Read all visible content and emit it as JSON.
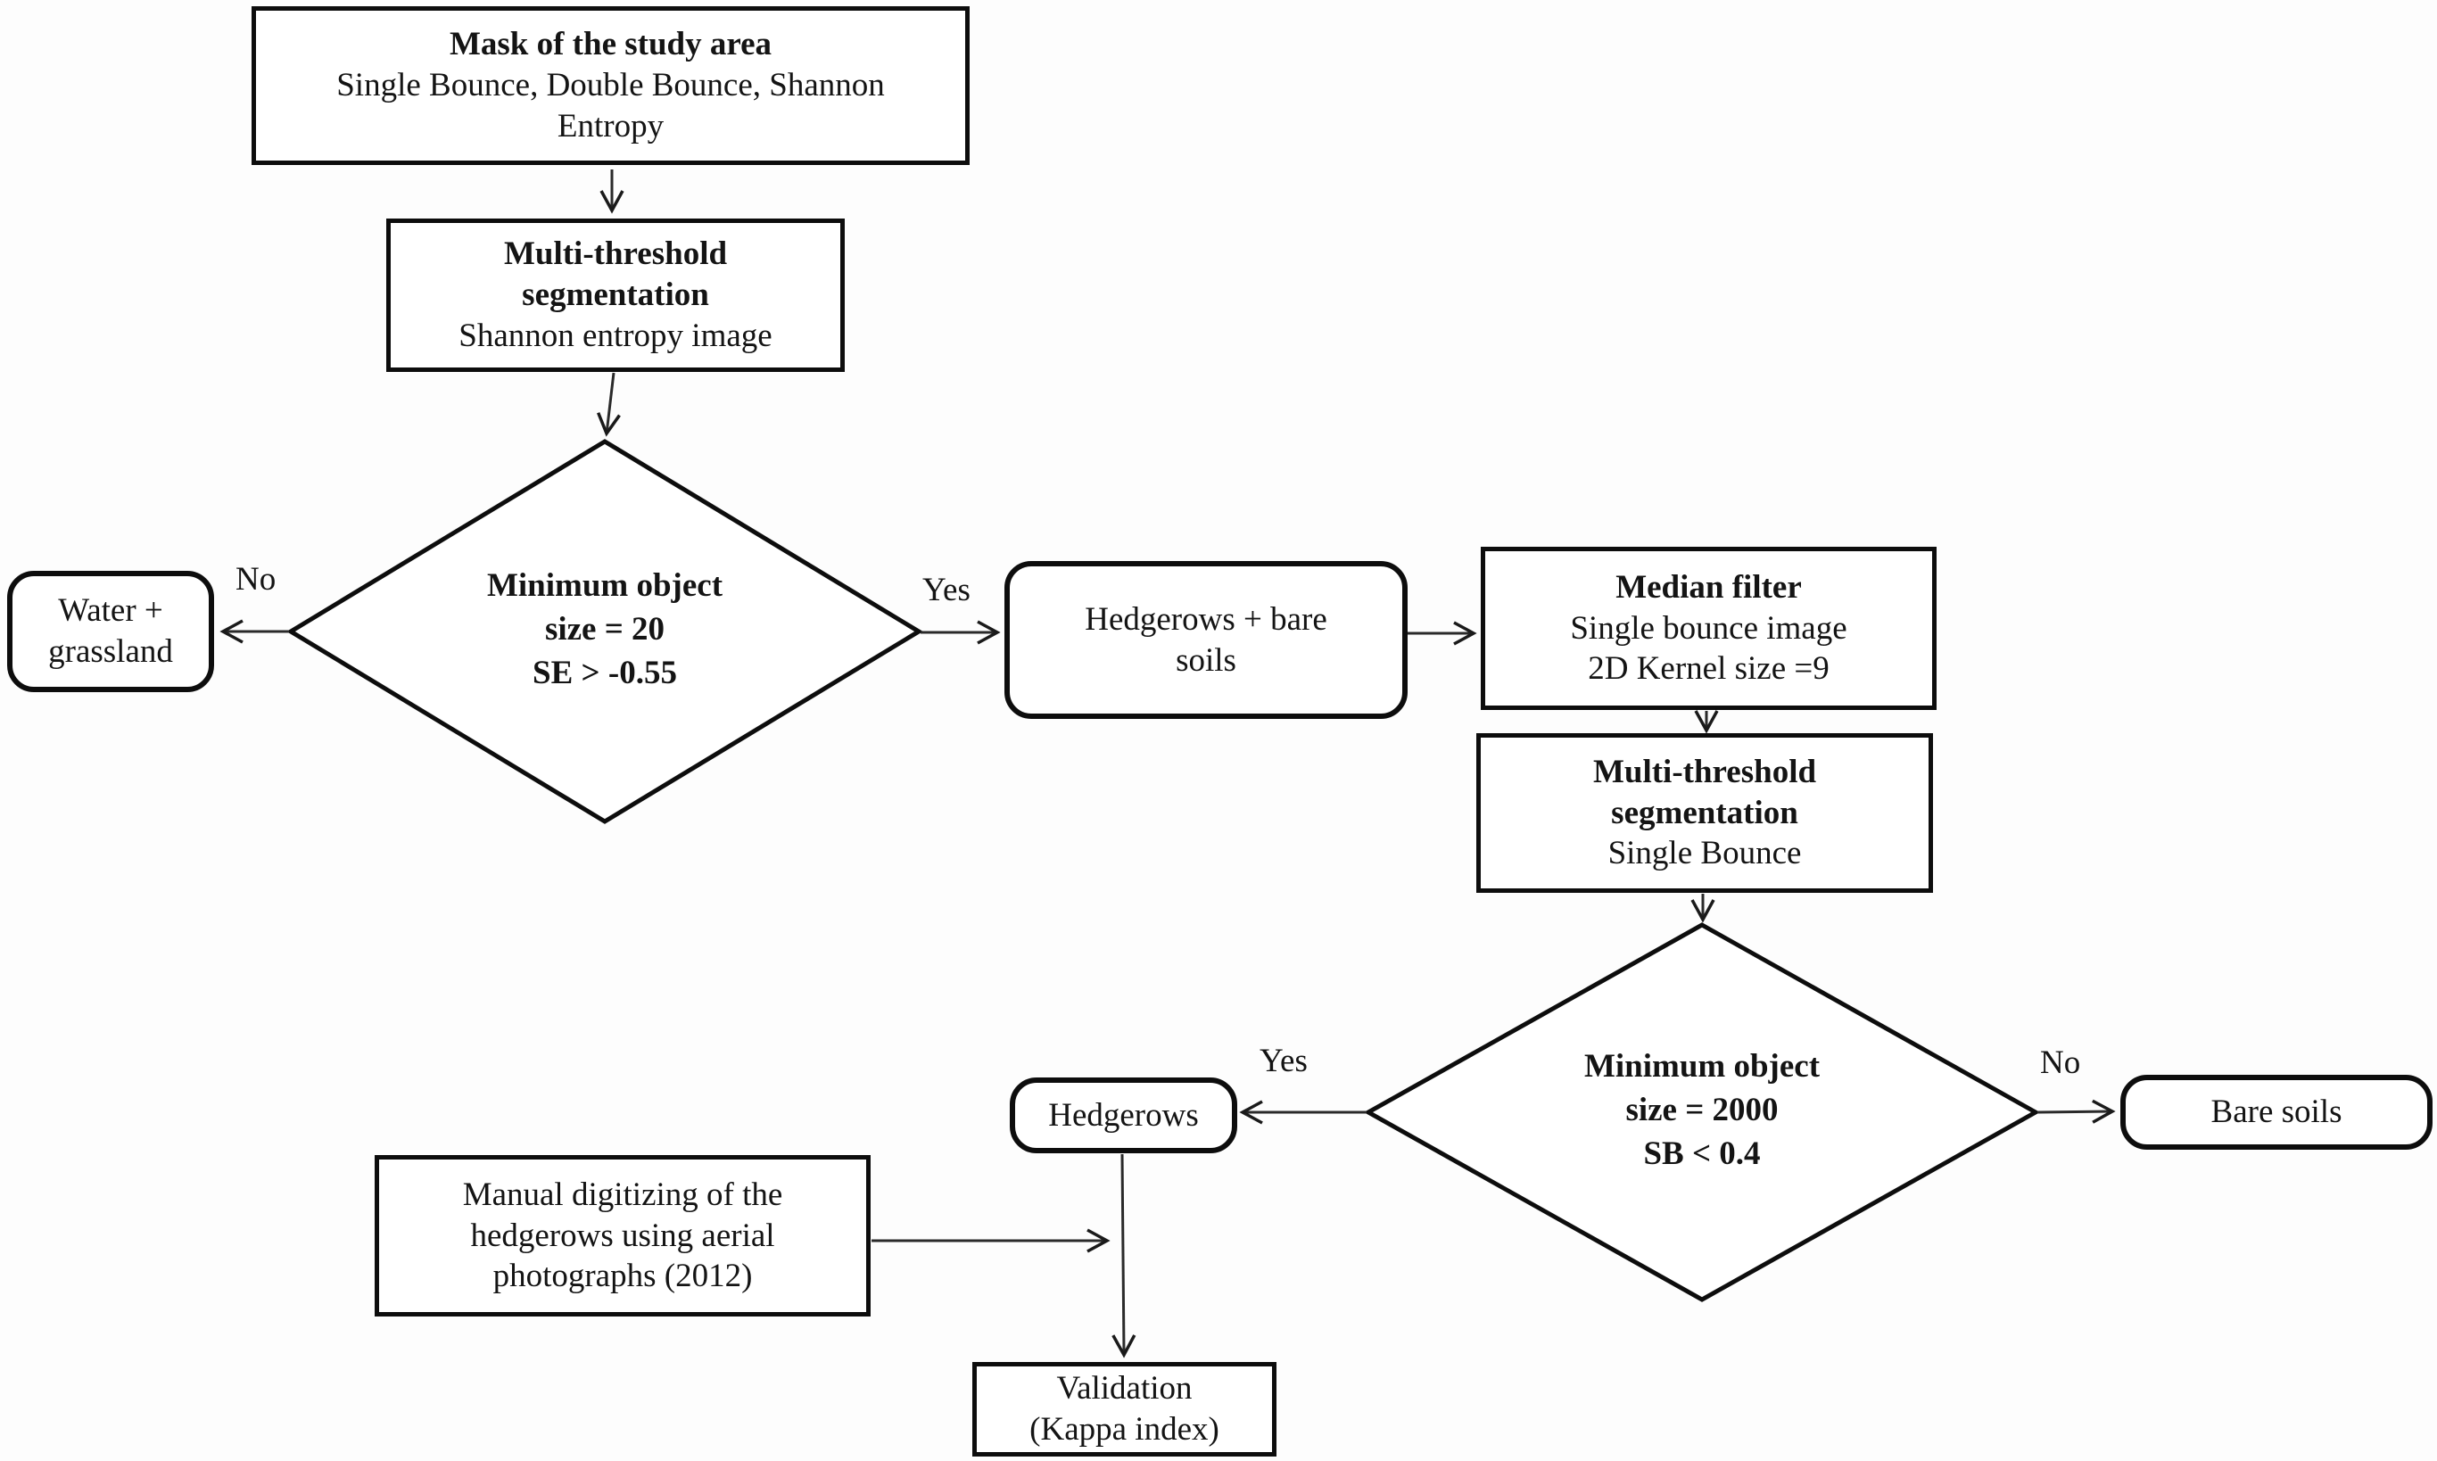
{
  "colors": {
    "stroke": "#0d0d0d",
    "connector": "#2a2a2a",
    "background": "#ffffff",
    "text": "#141414"
  },
  "nodes": {
    "mask": {
      "title": "Mask of the study area",
      "subtitle": "Single Bounce, Double Bounce, Shannon Entropy"
    },
    "seg1": {
      "title": "Multi-threshold segmentation",
      "subtitle": "Shannon entropy image"
    },
    "water": {
      "label": "Water + grassland"
    },
    "decision1": {
      "line1": "Minimum object",
      "line2": "size = 20",
      "line3": "SE > -0.55"
    },
    "hedgebare": {
      "label": "Hedgerows + bare soils"
    },
    "median": {
      "title": "Median filter",
      "line2": "Single bounce image",
      "line3": "2D Kernel size =9"
    },
    "seg2": {
      "title": "Multi-threshold segmentation",
      "subtitle": "Single Bounce"
    },
    "decision2": {
      "line1": "Minimum object",
      "line2": "size = 2000",
      "line3": "SB < 0.4"
    },
    "hedgerows": {
      "label": "Hedgerows"
    },
    "baresoils": {
      "label": "Bare soils"
    },
    "manual": {
      "label": "Manual digitizing of the hedgerows using aerial photographs (2012)"
    },
    "validation": {
      "line1": "Validation",
      "line2": "(Kappa index)"
    }
  },
  "edge_labels": {
    "d1_no": "No",
    "d1_yes": "Yes",
    "d2_yes": "Yes",
    "d2_no": "No"
  }
}
